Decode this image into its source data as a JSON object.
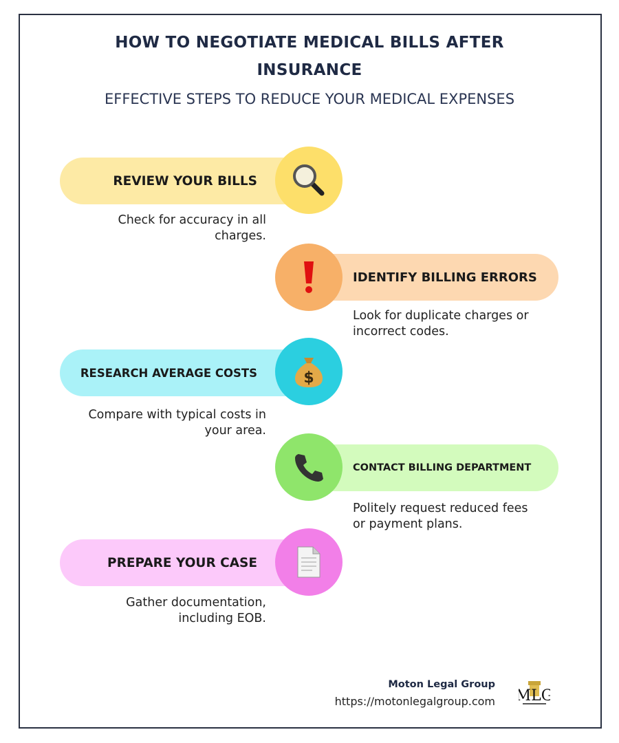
{
  "header": {
    "title_line1": "HOW TO NEGOTIATE MEDICAL BILLS AFTER",
    "title_line2": "INSURANCE",
    "subtitle": "EFFECTIVE STEPS TO REDUCE YOUR MEDICAL EXPENSES"
  },
  "steps": [
    {
      "label": "REVIEW YOUR BILLS",
      "desc1": "Check for accuracy in all",
      "desc2": "charges.",
      "icon": "magnifying-glass-icon",
      "pill_color": "#fdeaa5",
      "circle_color": "#fddf6a"
    },
    {
      "label": "IDENTIFY BILLING ERRORS",
      "desc1": "Look for duplicate charges or",
      "desc2": "incorrect codes.",
      "icon": "exclamation-icon",
      "pill_color": "#fdd8b1",
      "circle_color": "#f7b068"
    },
    {
      "label": "RESEARCH AVERAGE COSTS",
      "desc1": "Compare with typical costs in",
      "desc2": "your area.",
      "icon": "money-bag-icon",
      "pill_color": "#aaf2f8",
      "circle_color": "#2bcfe0"
    },
    {
      "label": "CONTACT BILLING DEPARTMENT",
      "desc1": "Politely request reduced fees",
      "desc2": "or payment plans.",
      "icon": "phone-icon",
      "pill_color": "#d3fbbd",
      "circle_color": "#8fe56b"
    },
    {
      "label": "PREPARE YOUR CASE",
      "desc1": "Gather documentation,",
      "desc2": "including EOB.",
      "icon": "document-icon",
      "pill_color": "#fcc9fa",
      "circle_color": "#f27fe8"
    }
  ],
  "footer": {
    "company": "Moton Legal Group",
    "url": "https://motonlegalgroup.com",
    "logo_text": "MLG"
  }
}
